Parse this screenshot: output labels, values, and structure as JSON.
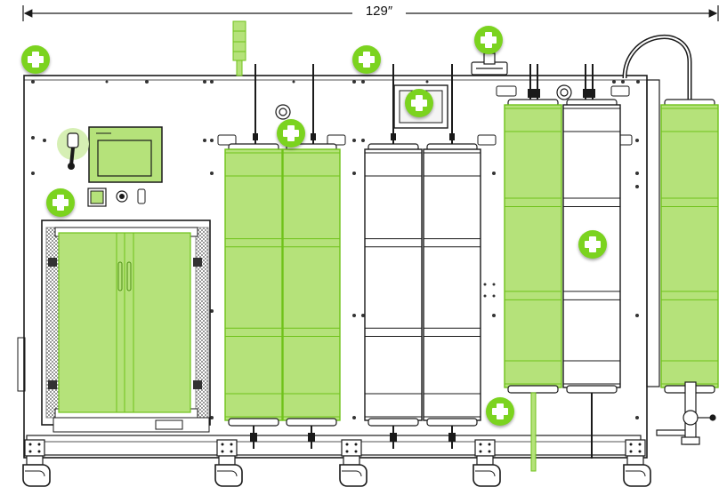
{
  "diagram": {
    "dimension_label": "129″",
    "colors": {
      "line": "#1a1a1a",
      "highlight_fill": "#b5e27a",
      "highlight_stroke": "#6fc21a",
      "hotspot": "#7bd31f",
      "hotspot_cross": "#ffffff"
    },
    "hotspot_icon": "plus-circle-icon",
    "hotspots": [
      {
        "id": "top-left"
      },
      {
        "id": "top-center-left"
      },
      {
        "id": "top-center-right"
      },
      {
        "id": "display-panel"
      },
      {
        "id": "valve-bracket"
      },
      {
        "id": "control-panel"
      },
      {
        "id": "right-column"
      },
      {
        "id": "bottom-outlet"
      }
    ]
  }
}
